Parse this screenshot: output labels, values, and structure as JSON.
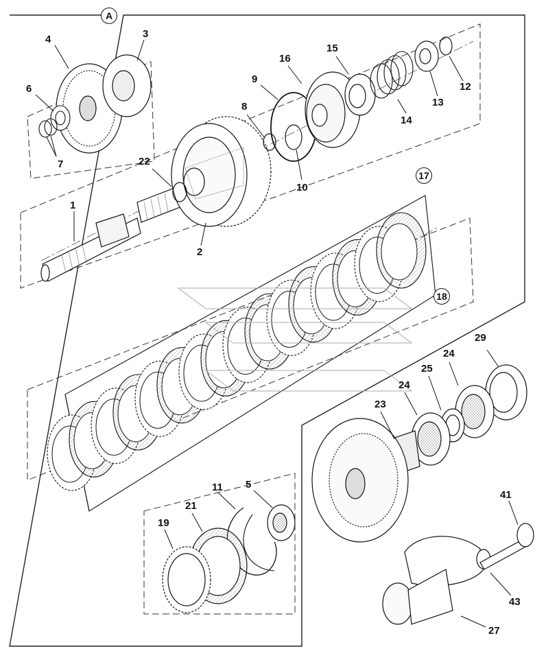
{
  "diagram": {
    "callouts": [
      {
        "id": "A",
        "text": "A"
      },
      {
        "id": "17",
        "text": "17"
      },
      {
        "id": "18",
        "text": "18"
      }
    ],
    "labels": [
      {
        "id": "l4",
        "text": "4"
      },
      {
        "id": "l3",
        "text": "3"
      },
      {
        "id": "l6",
        "text": "6"
      },
      {
        "id": "l7",
        "text": "7"
      },
      {
        "id": "l22",
        "text": "22"
      },
      {
        "id": "l1",
        "text": "1"
      },
      {
        "id": "l2",
        "text": "2"
      },
      {
        "id": "l8",
        "text": "8"
      },
      {
        "id": "l9",
        "text": "9"
      },
      {
        "id": "l10",
        "text": "10"
      },
      {
        "id": "l16",
        "text": "16"
      },
      {
        "id": "l15",
        "text": "15"
      },
      {
        "id": "l14",
        "text": "14"
      },
      {
        "id": "l13",
        "text": "13"
      },
      {
        "id": "l12",
        "text": "12"
      },
      {
        "id": "l29",
        "text": "29"
      },
      {
        "id": "l24a",
        "text": "24"
      },
      {
        "id": "l25",
        "text": "25"
      },
      {
        "id": "l24b",
        "text": "24"
      },
      {
        "id": "l23",
        "text": "23"
      },
      {
        "id": "l11",
        "text": "11"
      },
      {
        "id": "l5",
        "text": "5"
      },
      {
        "id": "l21",
        "text": "21"
      },
      {
        "id": "l19",
        "text": "19"
      },
      {
        "id": "l41",
        "text": "41"
      },
      {
        "id": "l43",
        "text": "43"
      },
      {
        "id": "l27",
        "text": "27"
      }
    ]
  }
}
